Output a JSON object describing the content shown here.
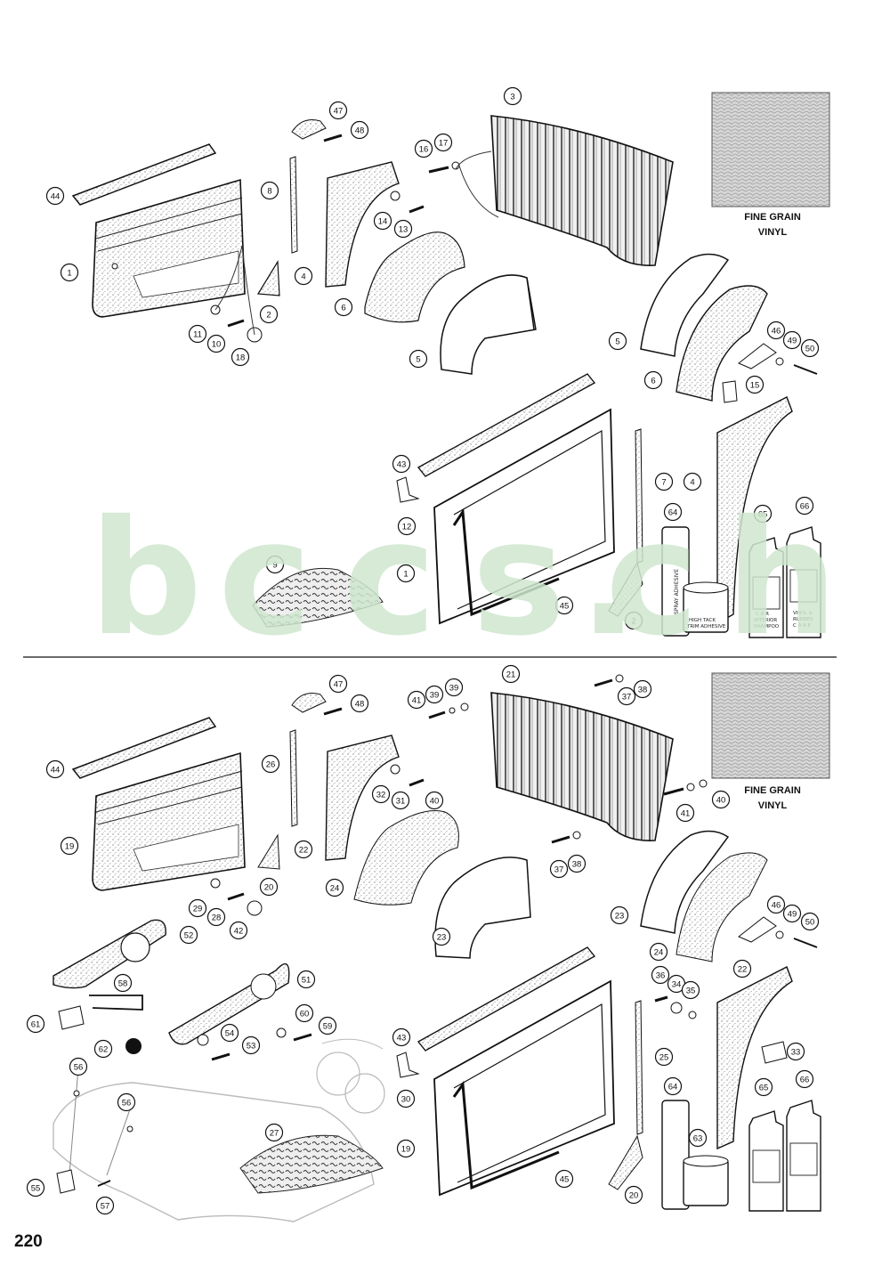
{
  "page_number": "220",
  "watermark": {
    "letters": [
      "b",
      "c",
      "c",
      "s",
      ".",
      "c",
      "h"
    ]
  },
  "swatch_top": {
    "line1": "FINE GRAIN",
    "line2": "VINYL"
  },
  "swatch_bottom": {
    "line1": "FINE GRAIN",
    "line2": "VINYL"
  },
  "products": {
    "shampoo_line1": "C A R",
    "shampoo_line2": "INTERIOR",
    "shampoo_line3": "SHAMPOO",
    "care_line1": "VINYL &",
    "care_line2": "RUBBER",
    "care_line3": "C A R E",
    "tin_line1": "HIGH TACK",
    "tin_line2": "TRIM ADHESIVE",
    "can_text": "SPRAY ADHESIVE"
  },
  "callouts_top": [
    "1",
    "2",
    "3",
    "4",
    "4",
    "5",
    "5",
    "6",
    "6",
    "7",
    "8",
    "9",
    "10",
    "11",
    "12",
    "13",
    "14",
    "15",
    "16",
    "17",
    "18",
    "43",
    "44",
    "45",
    "46",
    "47",
    "48",
    "49",
    "50",
    "64",
    "65",
    "66",
    "2",
    "1"
  ],
  "callouts_bottom": [
    "19",
    "20",
    "21",
    "22",
    "22",
    "23",
    "23",
    "24",
    "24",
    "25",
    "26",
    "27",
    "28",
    "29",
    "30",
    "31",
    "32",
    "33",
    "34",
    "35",
    "36",
    "37",
    "38",
    "37",
    "38",
    "39",
    "40",
    "39",
    "40",
    "41",
    "41",
    "42",
    "43",
    "44",
    "45",
    "46",
    "47",
    "48",
    "49",
    "50",
    "51",
    "52",
    "53",
    "54",
    "55",
    "56",
    "56",
    "57",
    "58",
    "59",
    "60",
    "61",
    "62",
    "63",
    "64",
    "65",
    "66",
    "20",
    "19"
  ]
}
